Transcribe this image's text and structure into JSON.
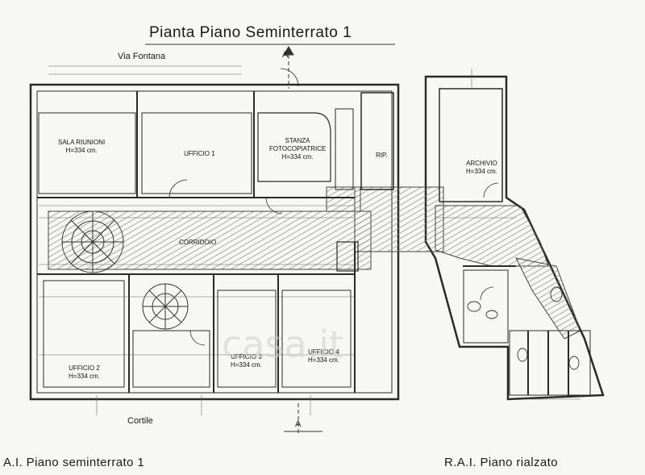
{
  "title": "Pianta Piano Seminterrato 1",
  "street_label": "Via Fontana",
  "courtyard_label": "Cortile",
  "section_marker": "A",
  "footer": {
    "left": "A.I. Piano seminterrato 1",
    "right": "R.A.I. Piano rialzato"
  },
  "rooms": {
    "sala_riunioni": "SALA RIUNIONI",
    "sala_riunioni_h": "H=334 cm.",
    "ufficio_1": "UFFICIO 1",
    "stanza_foto": "STANZA FOTOCOPIATRICE",
    "stanza_foto_h": "H=334 cm.",
    "rip": "RIP.",
    "archivio": "ARCHIVIO",
    "archivio_h": "H=334 cm.",
    "corridoio": "CORRIDOIO",
    "ufficio_2": "UFFICIO 2",
    "ufficio_2_h": "H=334 cm.",
    "ufficio_3": "UFFICIO 3",
    "ufficio_3_h": "H=334 cm.",
    "ufficio_4": "UFFICIO 4",
    "ufficio_4_h": "H=334 cm."
  },
  "watermark": "casa.it",
  "colors": {
    "line": "#2a2a2a",
    "hatch": "#7a7a7a",
    "paper": "#f7f7f5"
  }
}
